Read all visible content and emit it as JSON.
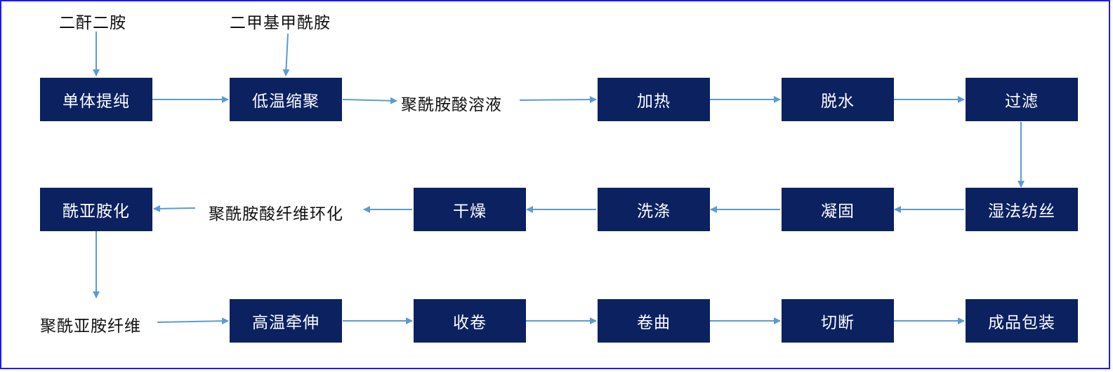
{
  "colors": {
    "box_fill": "#0b2160",
    "box_text": "#ffffff",
    "arrow": "#5b9bd5",
    "frame_border": "#1a1aff"
  },
  "inputs": {
    "dianhydride_diamine": "二酐二胺",
    "dmf": "二甲基甲酰胺"
  },
  "steps": {
    "monomer_purification": "单体提纯",
    "low_temp_polycondensation": "低温缩聚",
    "polyamic_acid_solution": "聚酰胺酸溶液",
    "heating": "加热",
    "dehydration": "脱水",
    "filtration": "过滤",
    "wet_spinning": "湿法纺丝",
    "coagulation": "凝固",
    "washing": "洗涤",
    "drying": "干燥",
    "polyamic_acid_fiber_cyclization": "聚酰胺酸纤维环化",
    "imidization": "酰亚胺化",
    "polyimide_fiber": "聚酰亚胺纤维",
    "high_temp_stretching": "高温牵伸",
    "winding": "收卷",
    "crimping": "卷曲",
    "cutting": "切断",
    "packaging": "成品包装"
  }
}
